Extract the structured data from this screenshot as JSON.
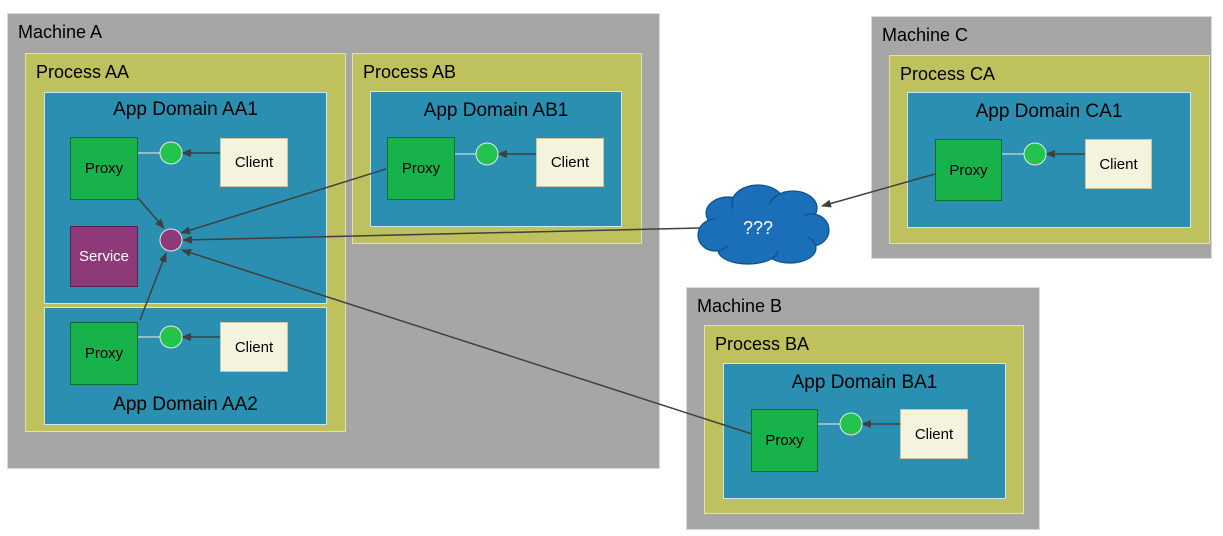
{
  "machines": {
    "a": {
      "label": "Machine A"
    },
    "b": {
      "label": "Machine B"
    },
    "c": {
      "label": "Machine C"
    }
  },
  "processes": {
    "aa": {
      "label": "Process AA"
    },
    "ab": {
      "label": "Process AB"
    },
    "ba": {
      "label": "Process BA"
    },
    "ca": {
      "label": "Process CA"
    }
  },
  "domains": {
    "aa1": {
      "label": "App Domain AA1"
    },
    "aa2": {
      "label": "App Domain AA2"
    },
    "ab1": {
      "label": "App Domain AB1"
    },
    "ba1": {
      "label": "App Domain BA1"
    },
    "ca1": {
      "label": "App Domain CA1"
    }
  },
  "nodes": {
    "proxy_label": "Proxy",
    "client_label": "Client",
    "service_label": "Service"
  },
  "network": {
    "label": "???"
  },
  "colors": {
    "machine": "#a6a6a6",
    "process": "#bfc05e",
    "domain": "#2a8fb0",
    "proxy": "#17b24a",
    "client": "#f4f3de",
    "service": "#8e3a78",
    "endpoint": "#22c44e",
    "service_endpoint": "#8e3a78",
    "cloud": "#1a6fb8",
    "arrow": "#404040"
  }
}
